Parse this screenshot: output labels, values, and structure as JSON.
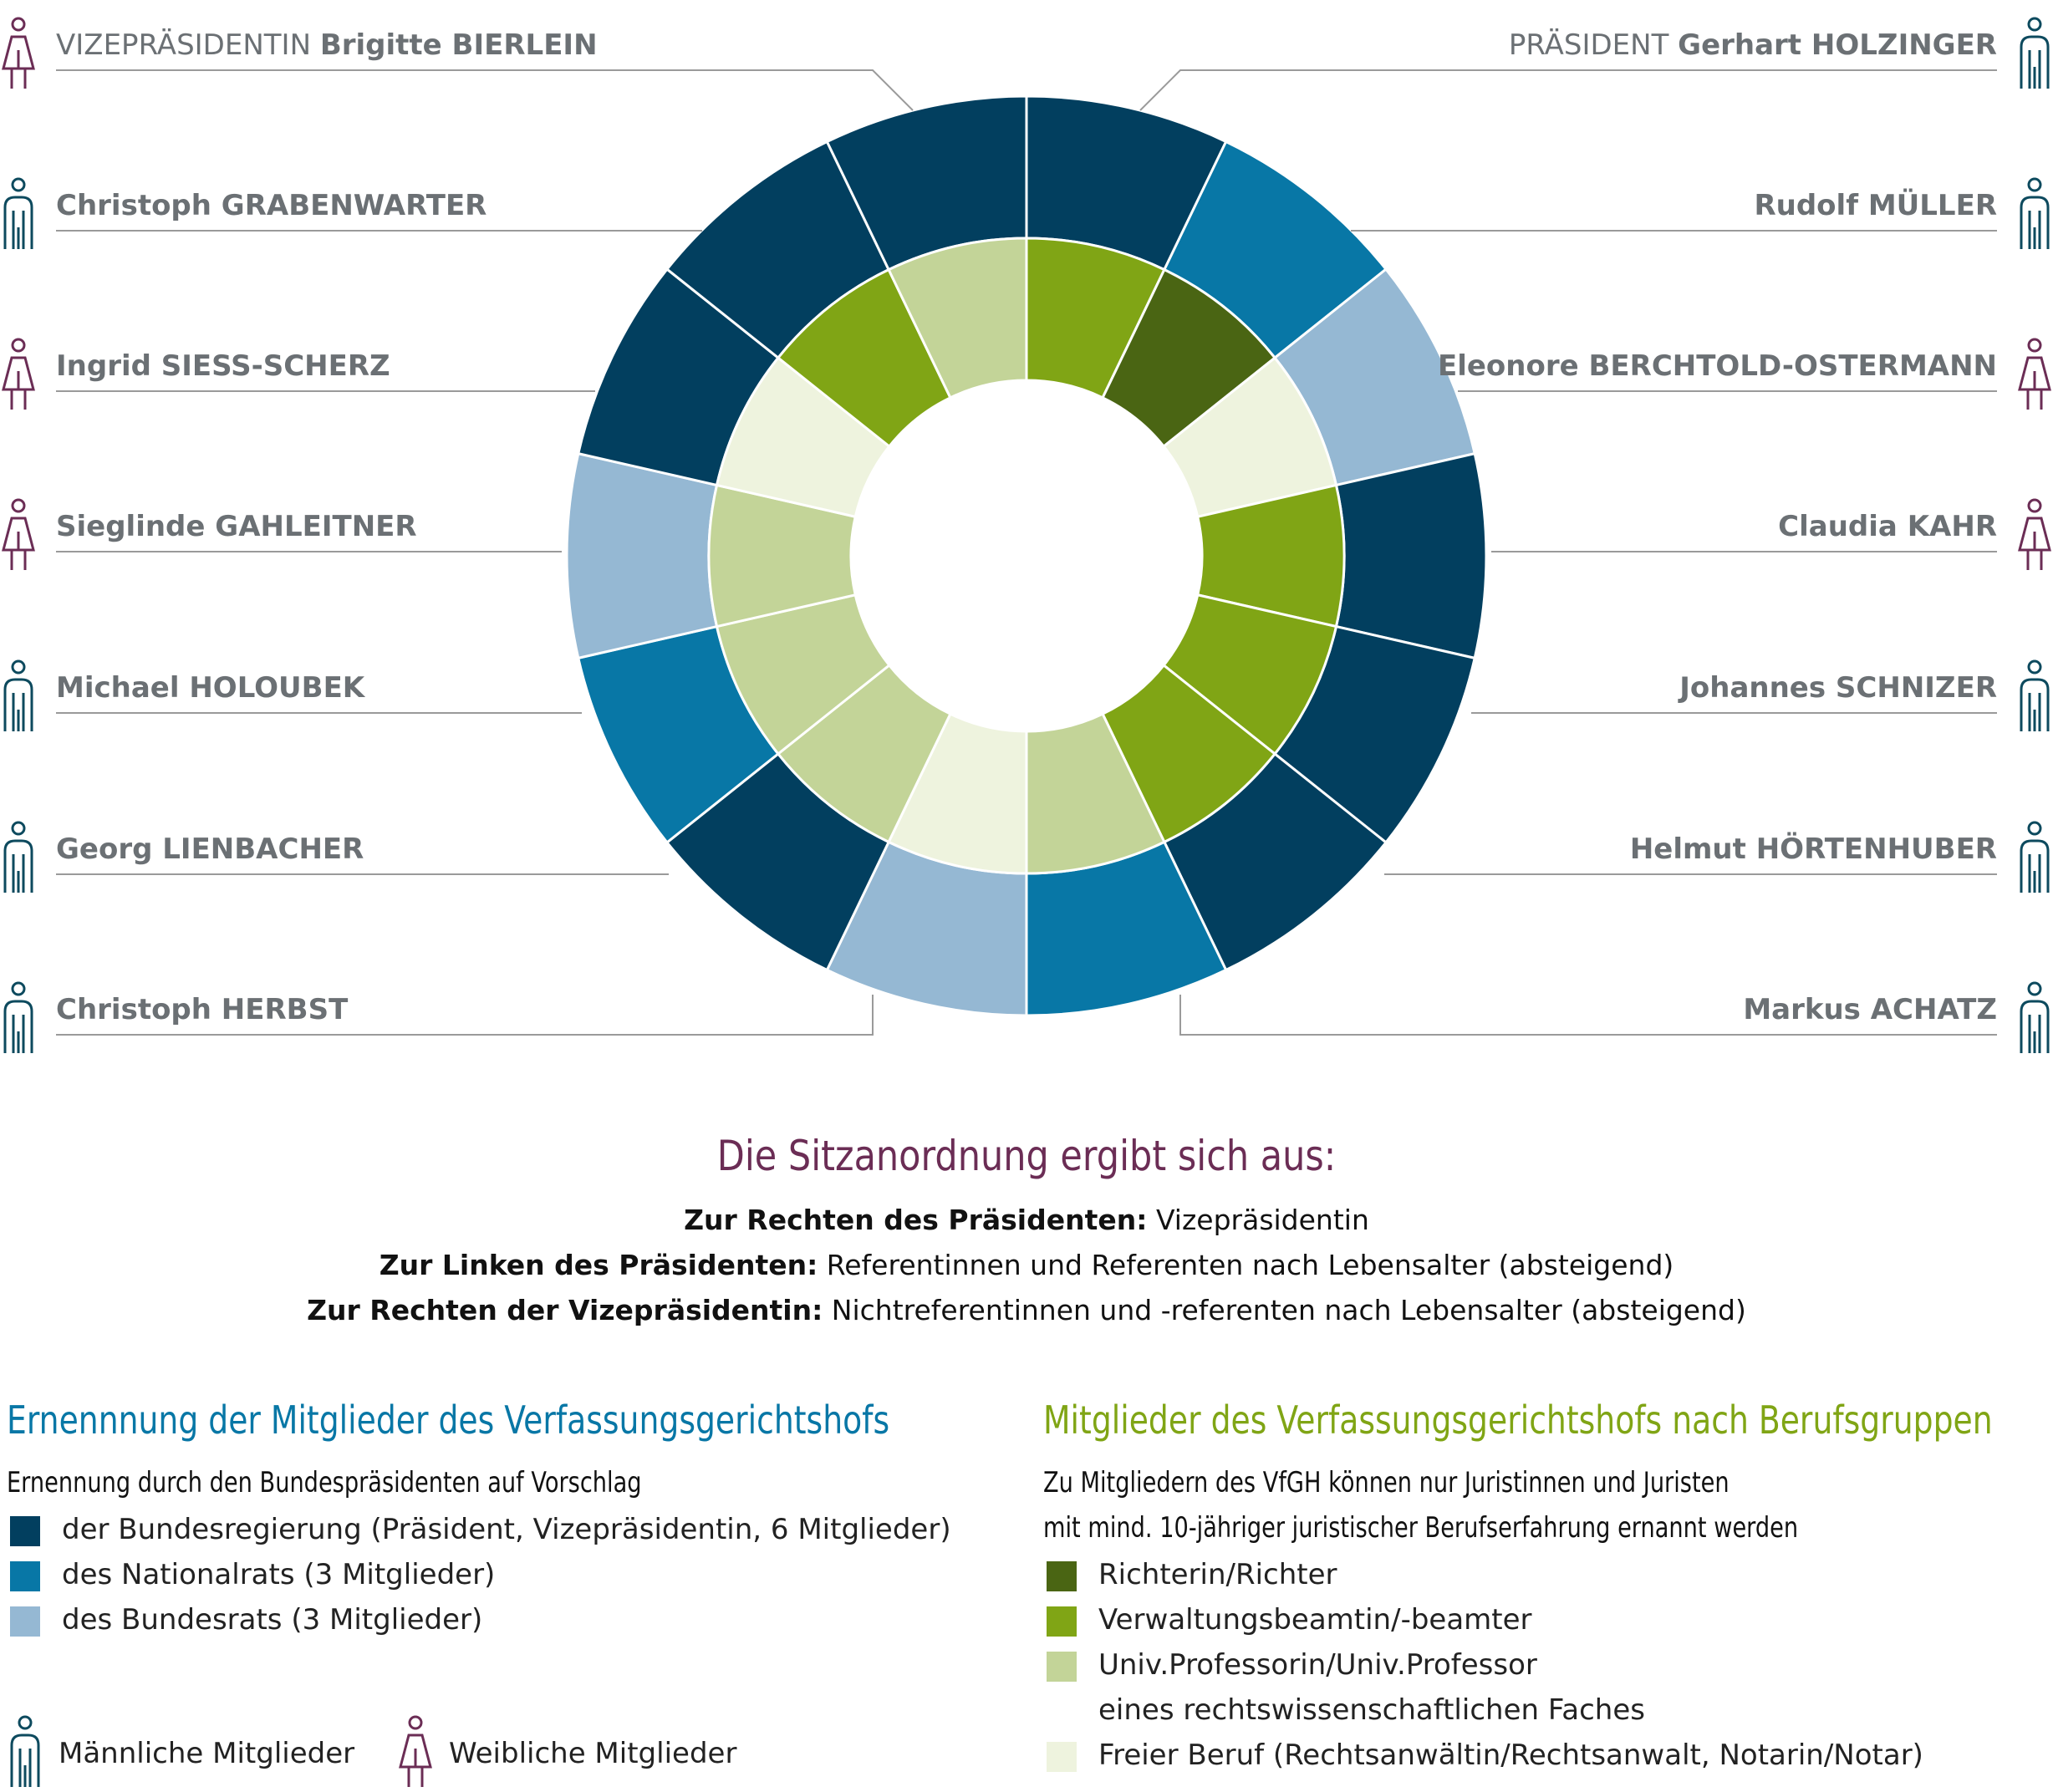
{
  "members_left": [
    {
      "title": "VIZEPRÄSIDENTIN",
      "name": "Brigitte BIERLEIN",
      "gender": "female"
    },
    {
      "title": "",
      "name": "Christoph GRABENWARTER",
      "gender": "male"
    },
    {
      "title": "",
      "name": "Ingrid SIESS-SCHERZ",
      "gender": "female"
    },
    {
      "title": "",
      "name": "Sieglinde GAHLEITNER",
      "gender": "female"
    },
    {
      "title": "",
      "name": "Michael HOLOUBEK",
      "gender": "male"
    },
    {
      "title": "",
      "name": "Georg LIENBACHER",
      "gender": "male"
    },
    {
      "title": "",
      "name": "Christoph HERBST",
      "gender": "male"
    }
  ],
  "members_right": [
    {
      "title": "PRÄSIDENT",
      "name": "Gerhart HOLZINGER",
      "gender": "male"
    },
    {
      "title": "",
      "name": "Rudolf MÜLLER",
      "gender": "male"
    },
    {
      "title": "",
      "name": "Eleonore BERCHTOLD-OSTERMANN",
      "gender": "female"
    },
    {
      "title": "",
      "name": "Claudia KAHR",
      "gender": "female"
    },
    {
      "title": "",
      "name": "Johannes SCHNIZER",
      "gender": "male"
    },
    {
      "title": "",
      "name": "Helmut HÖRTENHUBER",
      "gender": "male"
    },
    {
      "title": "",
      "name": "Markus ACHATZ",
      "gender": "male"
    }
  ],
  "ring": {
    "outer_clockwise_from_top": [
      "regierung",
      "nationalrat",
      "bundesrat",
      "regierung",
      "regierung",
      "regierung",
      "nationalrat",
      "bundesrat",
      "regierung",
      "nationalrat",
      "bundesrat",
      "regierung",
      "regierung",
      "regierung"
    ],
    "inner_clockwise_from_top": [
      "verwaltung",
      "richter",
      "freier",
      "verwaltung",
      "verwaltung",
      "verwaltung",
      "univ",
      "freier",
      "univ",
      "univ",
      "univ",
      "freier",
      "verwaltung",
      "univ"
    ]
  },
  "colors": {
    "regierung": "#023f5f",
    "nationalrat": "#0877a6",
    "bundesrat": "#95b8d3",
    "richter": "#4a6513",
    "verwaltung": "#80a515",
    "univ": "#c3d498",
    "freier": "#eef3de",
    "female_icon": "#6b2d55",
    "male_icon": "#0d4a5e",
    "title_purple": "#6b2d55",
    "title_blue": "#0877a6",
    "title_green": "#80a515",
    "name_gray": "#6b7074",
    "leader_gray": "#9a9a9a"
  },
  "seating": {
    "title": "Die Sitzanordnung ergibt sich aus:",
    "lines": [
      {
        "bold": "Zur Rechten des Präsidenten:",
        "text": " Vizepräsidentin"
      },
      {
        "bold": "Zur Linken des Präsidenten:",
        "text": " Referentinnen und Referenten nach Lebensalter (absteigend)"
      },
      {
        "bold": "Zur Rechten der Vizepräsidentin:",
        "text": " Nichtreferentinnen und -referenten nach Lebensalter (absteigend)"
      }
    ]
  },
  "appointment": {
    "title": "Ernennnung der Mitglieder des Verfassungsgerichtshofs",
    "subtitle": "Ernennung durch den Bundespräsidenten auf Vorschlag",
    "items": [
      {
        "key": "regierung",
        "label": "der Bundesregierung (Präsident, Vizepräsidentin, 6 Mitglieder)"
      },
      {
        "key": "nationalrat",
        "label": "des Nationalrats (3 Mitglieder)"
      },
      {
        "key": "bundesrat",
        "label": "des Bundesrats (3 Mitglieder)"
      }
    ]
  },
  "professions": {
    "title": "Mitglieder des Verfassungsgerichtshofs nach Berufsgruppen",
    "subtitle_1": "Zu Mitgliedern des VfGH können nur Juristinnen und Juristen",
    "subtitle_2": "mit mind. 10-jähriger juristischer Berufserfahrung ernannt werden",
    "items": [
      {
        "key": "richter",
        "label": "Richterin/Richter",
        "label2": ""
      },
      {
        "key": "verwaltung",
        "label": "Verwaltungsbeamtin/-beamter",
        "label2": ""
      },
      {
        "key": "univ",
        "label": "Univ.Professorin/Univ.Professor",
        "label2": "eines rechtswissenschaftlichen Faches"
      },
      {
        "key": "freier",
        "label": "Freier Beruf (Rechtsanwältin/Rechtsanwalt, Notarin/Notar)",
        "label2": ""
      }
    ]
  },
  "gender_legend": {
    "male": "Männliche Mitglieder",
    "female": "Weibliche  Mitglieder"
  }
}
